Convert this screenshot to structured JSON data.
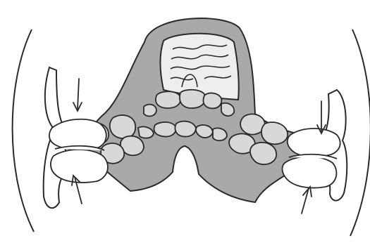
{
  "figure": {
    "kind": "line drawing",
    "colors": {
      "background": "#ffffff",
      "ink": "#2a2a2a",
      "palate_fill": "#a9a9a9",
      "palate_patch_fill": "#eeeeee",
      "tooth_fill": "#d8d8d8"
    },
    "arrows": [
      {
        "name": "arrow-upper-left",
        "direction": "down"
      },
      {
        "name": "arrow-lower-left",
        "direction": "up"
      },
      {
        "name": "arrow-upper-right",
        "direction": "down"
      },
      {
        "name": "arrow-lower-right",
        "direction": "up"
      }
    ]
  }
}
